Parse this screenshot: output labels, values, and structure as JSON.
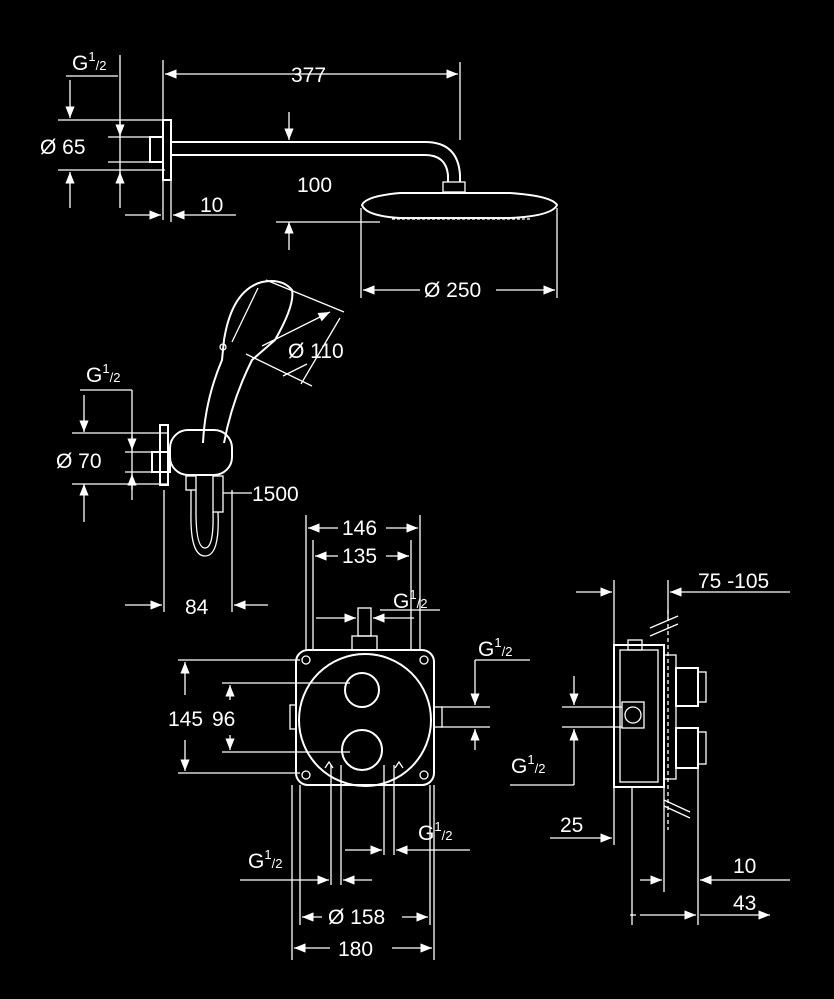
{
  "dimensions": {
    "overhead_arm_length": "377",
    "overhead_connector_thread": "G",
    "overhead_connector_thread_sup": "1",
    "overhead_connector_thread_sub": "/2",
    "overhead_flange_diameter": "Ø 65",
    "overhead_wall_offset": "10",
    "overhead_drop": "100",
    "overhead_head_diameter": "Ø 250",
    "hand_shower_diameter": "Ø 110",
    "wall_outlet_thread": "G",
    "wall_outlet_thread_sup": "1",
    "wall_outlet_thread_sub": "/2",
    "wall_outlet_diameter": "Ø 70",
    "hose_length": "1500",
    "holder_projection": "84",
    "plate_width_146": "146",
    "plate_width_135": "135",
    "top_inlet_thread": "G",
    "top_inlet_thread_sup": "1",
    "top_inlet_thread_sub": "/2",
    "right_inlet_thread": "G",
    "right_inlet_thread_sup": "1",
    "right_inlet_thread_sub": "/2",
    "plate_height_145": "145",
    "handle_spacing_96": "96",
    "bottom_left_thread": "G",
    "bottom_left_thread_sup": "1",
    "bottom_left_thread_sub": "/2",
    "bottom_right_thread": "G",
    "bottom_right_thread_sup": "1",
    "bottom_right_thread_sub": "/2",
    "plate_diameter": "Ø 158",
    "box_width": "180",
    "install_depth": "75 -105",
    "side_thread": "G",
    "side_thread_sup": "1",
    "side_thread_sub": "/2",
    "side_offset_25": "25",
    "side_offset_10": "10",
    "side_offset_43": "43"
  }
}
